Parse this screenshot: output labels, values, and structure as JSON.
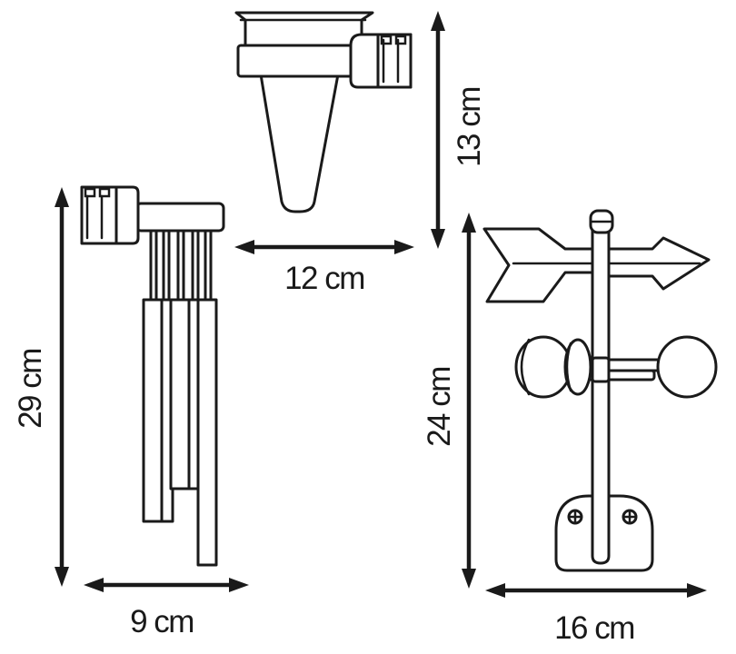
{
  "labels": {
    "rain_gauge_height": "13 cm",
    "rain_gauge_width": "12 cm",
    "wind_chime_height": "29 cm",
    "wind_chime_width": "9 cm",
    "weather_vane_height": "24 cm",
    "weather_vane_width": "16 cm"
  },
  "colors": {
    "ink": "#1a1a1a",
    "background": "#ffffff"
  }
}
